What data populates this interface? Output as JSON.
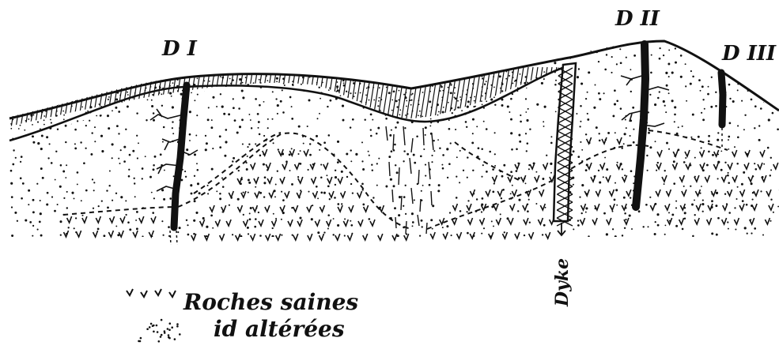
{
  "figure": {
    "labels": {
      "d1": "D I",
      "d2": "D II",
      "d3": "D III",
      "dyke": "Dyke"
    },
    "legend": [
      {
        "symbol": "v-marks",
        "text": "Roches saines"
      },
      {
        "symbol": "dots",
        "text": "id altérées"
      }
    ],
    "colors": {
      "ink": "#111111",
      "paper": "#ffffff"
    }
  }
}
